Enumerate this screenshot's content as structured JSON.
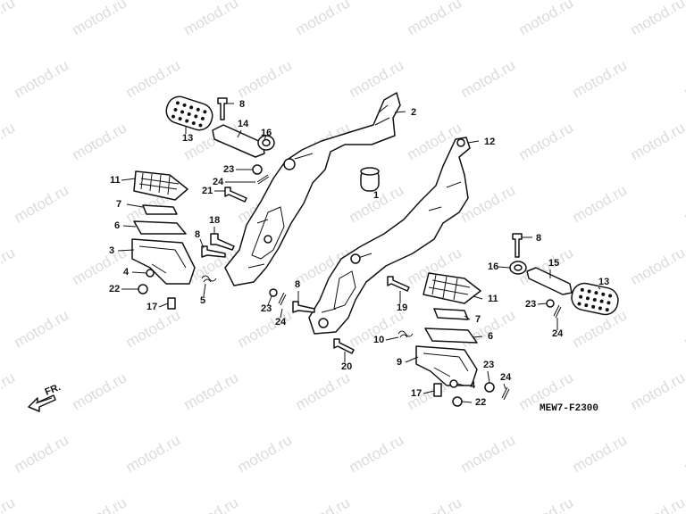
{
  "watermark": "motod.ru",
  "diagram_code": "MEW7-F2300",
  "front_marker": "FR.",
  "callouts": [
    {
      "id": "c1",
      "text": "1"
    },
    {
      "id": "c2",
      "text": "2"
    },
    {
      "id": "c3",
      "text": "3"
    },
    {
      "id": "c4a",
      "text": "4"
    },
    {
      "id": "c4b",
      "text": "4"
    },
    {
      "id": "c5",
      "text": "5"
    },
    {
      "id": "c6a",
      "text": "6"
    },
    {
      "id": "c6b",
      "text": "6"
    },
    {
      "id": "c7a",
      "text": "7"
    },
    {
      "id": "c7b",
      "text": "7"
    },
    {
      "id": "c8a",
      "text": "8"
    },
    {
      "id": "c8b",
      "text": "8"
    },
    {
      "id": "c8c",
      "text": "8"
    },
    {
      "id": "c8d",
      "text": "8"
    },
    {
      "id": "c9",
      "text": "9"
    },
    {
      "id": "c10",
      "text": "10"
    },
    {
      "id": "c11a",
      "text": "11"
    },
    {
      "id": "c11b",
      "text": "11"
    },
    {
      "id": "c12",
      "text": "12"
    },
    {
      "id": "c13a",
      "text": "13"
    },
    {
      "id": "c13b",
      "text": "13"
    },
    {
      "id": "c14",
      "text": "14"
    },
    {
      "id": "c15",
      "text": "15"
    },
    {
      "id": "c16a",
      "text": "16"
    },
    {
      "id": "c16b",
      "text": "16"
    },
    {
      "id": "c17a",
      "text": "17"
    },
    {
      "id": "c17b",
      "text": "17"
    },
    {
      "id": "c18",
      "text": "18"
    },
    {
      "id": "c19",
      "text": "19"
    },
    {
      "id": "c20",
      "text": "20"
    },
    {
      "id": "c21",
      "text": "21"
    },
    {
      "id": "c22a",
      "text": "22"
    },
    {
      "id": "c22b",
      "text": "22"
    },
    {
      "id": "c23a",
      "text": "23"
    },
    {
      "id": "c23b",
      "text": "23"
    },
    {
      "id": "c23c",
      "text": "23"
    },
    {
      "id": "c23d",
      "text": "23"
    },
    {
      "id": "c24a",
      "text": "24"
    },
    {
      "id": "c24b",
      "text": "24"
    },
    {
      "id": "c24c",
      "text": "24"
    },
    {
      "id": "c24d",
      "text": "24"
    }
  ]
}
